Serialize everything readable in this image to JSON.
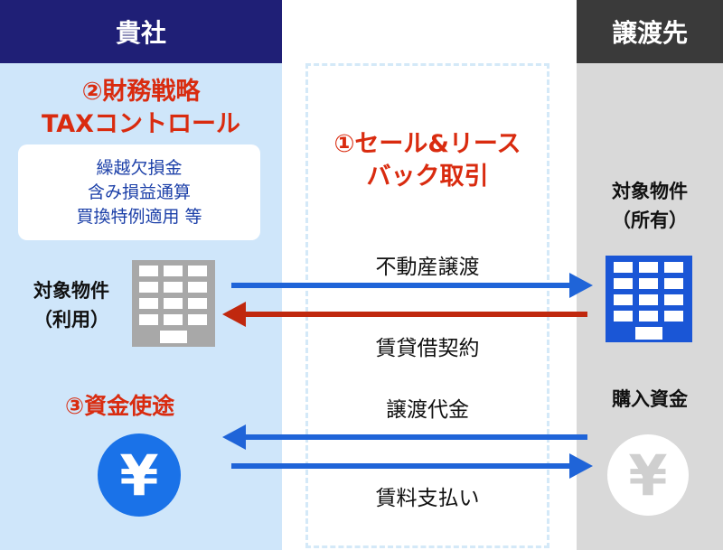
{
  "left_column": {
    "header": "貴社",
    "strategy_title_line1": "②財務戦略",
    "strategy_title_line2": "TAXコントロール",
    "tax_items": [
      "繰越欠損金",
      "含み損益通算",
      "買換特例適用 等"
    ],
    "property_line1": "対象物件",
    "property_line2": "（利用）",
    "fund_title": "③資金使途",
    "yen_symbol": "¥"
  },
  "middle": {
    "title_line1": "①セール&リース",
    "title_line2": "バック取引",
    "flows": [
      {
        "label": "不動産譲渡",
        "direction": "right",
        "color": "#1f64d8"
      },
      {
        "label": "賃貸借契約",
        "direction": "left",
        "color": "#c0280e"
      },
      {
        "label": "譲渡代金",
        "direction": "left",
        "color": "#1f64d8"
      },
      {
        "label": "賃料支払い",
        "direction": "right",
        "color": "#1f64d8"
      }
    ]
  },
  "right_column": {
    "header": "譲渡先",
    "property_line1": "対象物件",
    "property_line2": "（所有）",
    "fund_label": "購入資金",
    "yen_symbol": "¥"
  },
  "colors": {
    "left_header_bg": "#1f1f76",
    "right_header_bg": "#3a3a3a",
    "left_bg": "#cfe6fa",
    "right_bg": "#d9d9d9",
    "accent_red": "#d92b0f",
    "accent_blue": "#1a72e8"
  },
  "icons": [
    "building-icon-gray",
    "building-icon-blue",
    "yen-coin-icon-blue",
    "yen-coin-icon-white"
  ]
}
